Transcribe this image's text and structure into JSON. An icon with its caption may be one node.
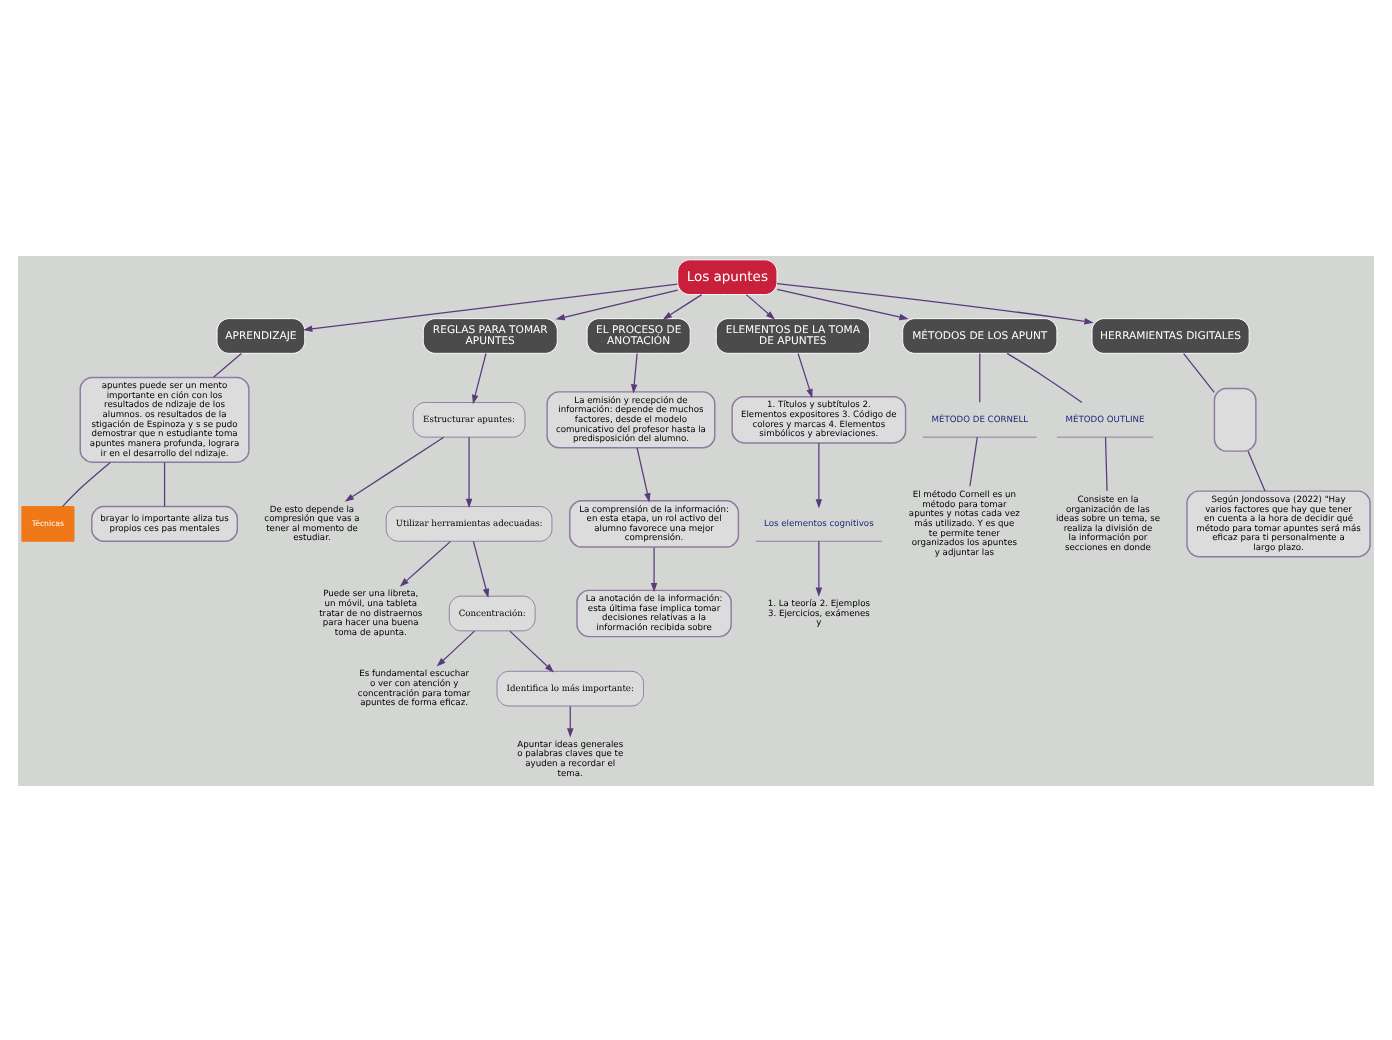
{
  "diagram": {
    "nodes": [
      {
        "text": [
          "Los apuntes"
        ]
      },
      {
        "text": [
          "APRENDIZAJE"
        ]
      },
      {
        "text": [
          "apuntes puede ser un mento importante en ción con los resultados de ndizaje de los alumnos. os resultados de la stigación de Espinoza y s se pudo demostrar que n estudiante toma apuntes manera profunda, lograra ir en el desarrollo del ndizaje."
        ]
      },
      {
        "text": [
          "Técnicas"
        ]
      },
      {
        "text": [
          "brayar lo importante aliza tus propios ces pas mentales"
        ]
      },
      {
        "text": [
          "REGLAS PARA TOMAR APUNTES"
        ]
      },
      {
        "text": [
          "Estructurar apuntes:"
        ]
      },
      {
        "text": [
          "De esto depende la compresión que vas a tener al momento de estudiar."
        ]
      },
      {
        "text": [
          "Utilizar herramientas adecuadas:"
        ]
      },
      {
        "text": [
          "Puede ser una libreta, un móvil, una tableta tratar de no distraernos para hacer una buena toma de apunta."
        ]
      },
      {
        "text": [
          "Concentración:"
        ]
      },
      {
        "text": [
          "Es fundamental escuchar o ver con atención y concentración para tomar apuntes de forma eficaz."
        ]
      },
      {
        "text": [
          "Identifica lo más importante:"
        ]
      },
      {
        "text": [
          "Apuntar ideas generales o palabras claves que te ayuden a recordar el tema."
        ]
      },
      {
        "text": [
          "EL PROCESO DE ANOTACIÓN"
        ]
      },
      {
        "text": [
          "La emisión y recepción de información: depende de muchos factores, desde el modelo comunicativo del profesor hasta la predisposición del alumno."
        ]
      },
      {
        "text": [
          "La comprensión de la información: en esta etapa, un rol activo del alumno favorece una mejor comprensión."
        ]
      },
      {
        "text": [
          "La anotación de la información: esta última fase implica tomar decisiones relativas a la información recibida sobre"
        ]
      },
      {
        "text": [
          "ELEMENTOS DE LA TOMA DE APUNTES"
        ]
      },
      {
        "text": [
          "1. Títulos y subtítulos 2. Elementos expositores 3. Código de colores y marcas 4. Elementos simbólicos y abreviaciones."
        ]
      },
      {
        "text": [
          "Los elementos cognitivos"
        ]
      },
      {
        "text": [
          "1. La teoría 2. Ejemplos 3. Ejercicios, exámenes y"
        ]
      },
      {
        "text": [
          "MÉTODOS DE LOS APUNT"
        ]
      },
      {
        "text": [
          "MÉTODO DE CORNELL"
        ]
      },
      {
        "text": [
          "El método Cornell es un método para tomar apuntes y notas cada vez más utilizado. Y es que te permite tener organizados los apuntes y adjuntar las"
        ]
      },
      {
        "text": [
          "MÉTODO OUTLINE"
        ]
      },
      {
        "text": [
          "Consiste en la organización de las ideas sobre un tema, se realiza la división de la información por secciones en donde"
        ]
      },
      {
        "text": [
          "HERRAMIENTAS DIGITALES"
        ]
      },
      {
        "text": [
          "Según Jondossova (2022) \"Hay varios factores que hay que tener en cuenta a la hora de decidir qué método para tomar apuntes será más eficaz para ti personalmente a largo plazo."
        ]
      },
      {
        "text": [],
        "shape": "box"
      }
    ],
    "edges": [
      {
        "from": 0,
        "to": 1,
        "arrow": "to"
      },
      {
        "from": 1,
        "to": 2,
        "arrow": "none"
      },
      {
        "from": 2,
        "to": 3,
        "arrow": "none"
      },
      {
        "from": 2,
        "to": 4,
        "arrow": "none"
      },
      {
        "from": 0,
        "to": 5,
        "arrow": "to"
      },
      {
        "from": 5,
        "to": 6,
        "arrow": "to"
      },
      {
        "from": 6,
        "to": 7,
        "arrow": "to"
      },
      {
        "from": 6,
        "to": 8,
        "arrow": "to"
      },
      {
        "from": 8,
        "to": 9,
        "arrow": "to"
      },
      {
        "from": 8,
        "to": 10,
        "arrow": "to"
      },
      {
        "from": 10,
        "to": 11,
        "arrow": "to"
      },
      {
        "from": 10,
        "to": 12,
        "arrow": "to"
      },
      {
        "from": 12,
        "to": 13,
        "arrow": "to"
      },
      {
        "from": 0,
        "to": 14,
        "arrow": "to"
      },
      {
        "from": 14,
        "to": 15,
        "arrow": "to"
      },
      {
        "from": 15,
        "to": 16,
        "arrow": "to"
      },
      {
        "from": 16,
        "to": 17,
        "arrow": "to"
      },
      {
        "from": 0,
        "to": 18,
        "arrow": "to"
      },
      {
        "from": 18,
        "to": 19,
        "arrow": "to"
      },
      {
        "from": 19,
        "to": 20,
        "arrow": "to"
      },
      {
        "from": 20,
        "to": 21,
        "arrow": "to"
      },
      {
        "from": 0,
        "to": 22,
        "arrow": "to"
      },
      {
        "from": 22,
        "to": 23,
        "arrow": "none"
      },
      {
        "from": 23,
        "to": 24,
        "arrow": "none"
      },
      {
        "from": 22,
        "to": 25,
        "arrow": "none"
      },
      {
        "from": 25,
        "to": 26,
        "arrow": "none"
      },
      {
        "from": 0,
        "to": 27,
        "arrow": "to"
      },
      {
        "from": 27,
        "to": 29,
        "arrow": "none"
      },
      {
        "from": 29,
        "to": 28,
        "arrow": "none"
      }
    ]
  }
}
